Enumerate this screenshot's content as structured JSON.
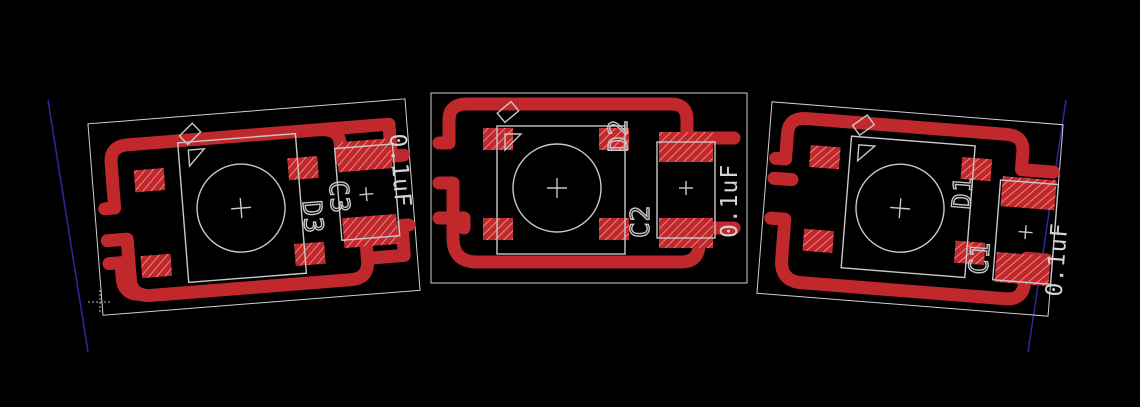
{
  "colors": {
    "background": "#000000",
    "copper": "#c0282c",
    "silkscreen": "#c8c8c8",
    "outline": "#d0d0d0",
    "guide": "#2a2aa0"
  },
  "boards": [
    {
      "id": "left",
      "ref_led": "D3",
      "ref_cap": "C3",
      "value": "0.1uF"
    },
    {
      "id": "center",
      "ref_led": "D2",
      "ref_cap": "C2",
      "value": "0.1uF"
    },
    {
      "id": "right",
      "ref_led": "D1",
      "ref_cap": "C1",
      "value": "0.1uF"
    }
  ]
}
